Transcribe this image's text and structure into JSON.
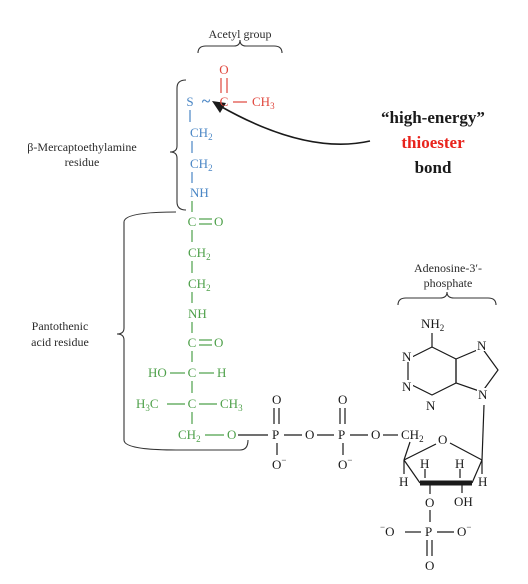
{
  "labels": {
    "acetyl_group": "Acetyl group",
    "mercapto_line1": "β-Mercaptoethylamine",
    "mercapto_line2": "residue",
    "pantothenic_line1": "Pantothenic",
    "pantothenic_line2": "acid residue",
    "adenosine_line1": "Adenosine-3′-",
    "adenosine_line2": "phosphate"
  },
  "callout": {
    "line1": "“high-energy”",
    "line2": "thioester",
    "line3": "bond"
  },
  "atoms": {
    "S": "S",
    "tilde": "~",
    "C": "C",
    "O": "O",
    "CH3": "CH",
    "sub3": "3",
    "CH2": "CH",
    "sub2": "2",
    "NH": "NH",
    "HO": "HO",
    "H": "H",
    "H3C": "H",
    "H3C_sub": "3",
    "H3C_C": "C",
    "P": "P",
    "Ominus": "O",
    "minus": "−",
    "OH": "OH",
    "N": "N",
    "NH2": "NH",
    "O_sub_minus": "O"
  },
  "colors": {
    "mercapto": "#4a86c5",
    "acetyl": "#e0463c",
    "pantothenic": "#4ea04a",
    "adenosine": "#1a1a1a",
    "callout_accent": "#e8231c"
  }
}
